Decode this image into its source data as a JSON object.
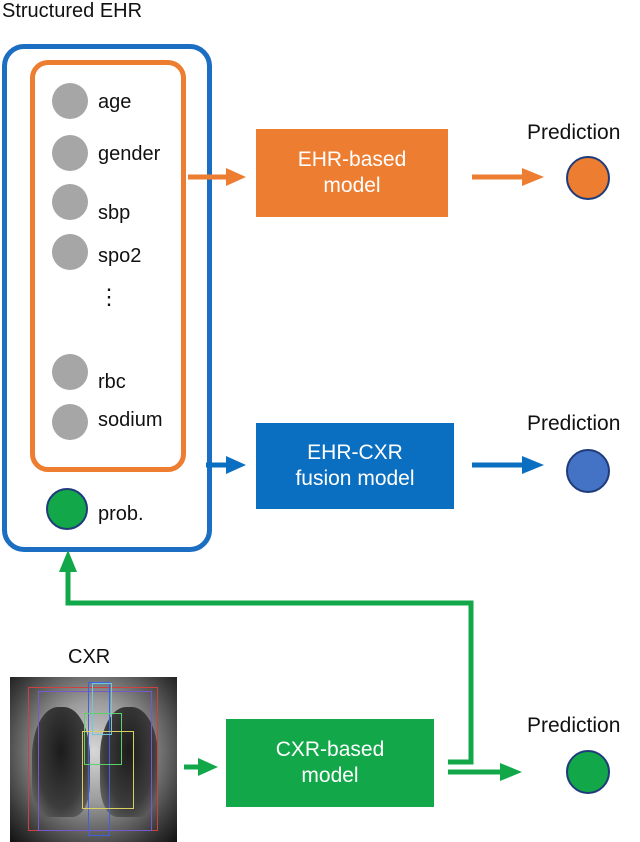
{
  "ehr_panel": {
    "title": "Structured EHR",
    "features": [
      "age",
      "gender",
      "sbp",
      "spo2",
      "rbc",
      "sodium"
    ],
    "ellipsis": "⋮",
    "prob_label": "prob."
  },
  "models": {
    "ehr": [
      "EHR-based",
      "model"
    ],
    "fusion": [
      "EHR-CXR",
      "fusion model"
    ],
    "cxr": [
      "CXR-based",
      "model"
    ]
  },
  "predictions": {
    "label": "Prediction",
    "ehr_color": "#ed7d31",
    "fusion_color": "#4472c4",
    "cxr_color": "#12a84a"
  },
  "cxr": {
    "label": "CXR"
  },
  "colors": {
    "orange": "#ed7d31",
    "blue": "#0a6fc1",
    "green": "#12a84a",
    "gray": "#a6a6a6"
  }
}
